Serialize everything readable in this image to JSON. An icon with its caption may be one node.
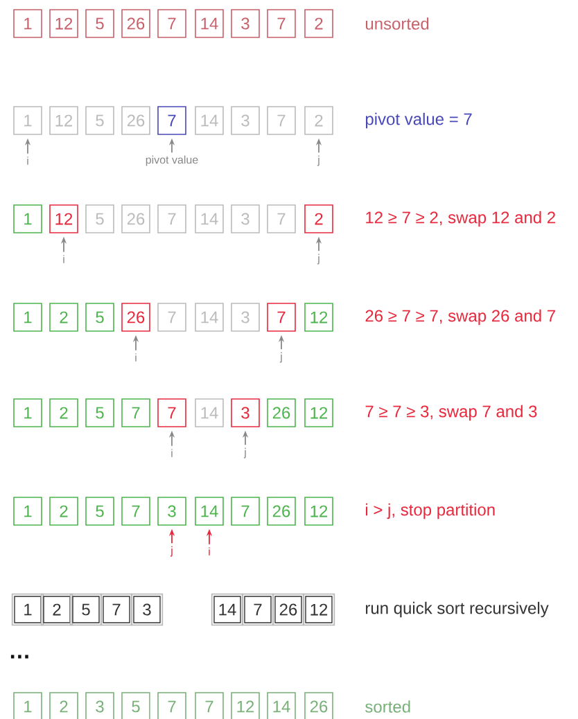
{
  "diagram": {
    "nodes": [
      {
        "text": [
          "1"
        ]
      },
      {
        "text": [
          "12"
        ]
      },
      {
        "text": [
          "5"
        ]
      },
      {
        "text": [
          "26"
        ]
      },
      {
        "text": [
          "7"
        ]
      },
      {
        "text": [
          "14"
        ]
      },
      {
        "text": [
          "3"
        ]
      },
      {
        "text": [
          "7"
        ]
      },
      {
        "text": [
          "2"
        ]
      },
      {
        "text": [
          "1"
        ]
      },
      {
        "text": [
          "12"
        ]
      },
      {
        "text": [
          "5"
        ]
      },
      {
        "text": [
          "26"
        ]
      },
      {
        "text": [
          "7"
        ]
      },
      {
        "text": [
          "14"
        ]
      },
      {
        "text": [
          "3"
        ]
      },
      {
        "text": [
          "7"
        ]
      },
      {
        "text": [
          "2"
        ]
      },
      {
        "text": [
          "1"
        ]
      },
      {
        "text": [
          "12"
        ]
      },
      {
        "text": [
          "5"
        ]
      },
      {
        "text": [
          "26"
        ]
      },
      {
        "text": [
          "7"
        ]
      },
      {
        "text": [
          "14"
        ]
      },
      {
        "text": [
          "3"
        ]
      },
      {
        "text": [
          "7"
        ]
      },
      {
        "text": [
          "2"
        ]
      },
      {
        "text": [
          "1"
        ]
      },
      {
        "text": [
          "2"
        ]
      },
      {
        "text": [
          "5"
        ]
      },
      {
        "text": [
          "26"
        ]
      },
      {
        "text": [
          "7"
        ]
      },
      {
        "text": [
          "14"
        ]
      },
      {
        "text": [
          "3"
        ]
      },
      {
        "text": [
          "7"
        ]
      },
      {
        "text": [
          "12"
        ]
      },
      {
        "text": [
          "1"
        ]
      },
      {
        "text": [
          "2"
        ]
      },
      {
        "text": [
          "5"
        ]
      },
      {
        "text": [
          "7"
        ]
      },
      {
        "text": [
          "7"
        ]
      },
      {
        "text": [
          "14"
        ]
      },
      {
        "text": [
          "3"
        ]
      },
      {
        "text": [
          "26"
        ]
      },
      {
        "text": [
          "12"
        ]
      },
      {
        "text": [
          "1"
        ]
      },
      {
        "text": [
          "2"
        ]
      },
      {
        "text": [
          "5"
        ]
      },
      {
        "text": [
          "7"
        ]
      },
      {
        "text": [
          "3"
        ]
      },
      {
        "text": [
          "14"
        ]
      },
      {
        "text": [
          "7"
        ]
      },
      {
        "text": [
          "26"
        ]
      },
      {
        "text": [
          "12"
        ]
      },
      {
        "text": [
          "1"
        ]
      },
      {
        "text": [
          "2"
        ]
      },
      {
        "text": [
          "5"
        ]
      },
      {
        "text": [
          "7"
        ]
      },
      {
        "text": [
          "3"
        ]
      },
      {
        "text": [
          "14"
        ]
      },
      {
        "text": [
          "7"
        ]
      },
      {
        "text": [
          "26"
        ]
      },
      {
        "text": [
          "12"
        ]
      },
      {
        "text": [
          "1"
        ]
      },
      {
        "text": [
          "2"
        ]
      },
      {
        "text": [
          "3"
        ]
      },
      {
        "text": [
          "5"
        ]
      },
      {
        "text": [
          "7"
        ]
      },
      {
        "text": [
          "7"
        ]
      },
      {
        "text": [
          "12"
        ]
      },
      {
        "text": [
          "14"
        ]
      },
      {
        "text": [
          "26"
        ]
      },
      {
        "text": [
          "i"
        ]
      },
      {
        "text": [
          "pivot value"
        ]
      },
      {
        "text": [
          "j"
        ]
      },
      {
        "text": [
          "i"
        ]
      },
      {
        "text": [
          "j"
        ]
      },
      {
        "text": [
          "i"
        ]
      },
      {
        "text": [
          "j"
        ]
      },
      {
        "text": [
          "i"
        ]
      },
      {
        "text": [
          "j"
        ]
      },
      {
        "text": [
          "j"
        ]
      },
      {
        "text": [
          "i"
        ]
      }
    ],
    "edges": [
      {
        "from": 72,
        "to": 9,
        "arrow": "to"
      },
      {
        "from": 73,
        "to": 13,
        "arrow": "to"
      },
      {
        "from": 74,
        "to": 17,
        "arrow": "to"
      },
      {
        "from": 75,
        "to": 19,
        "arrow": "to"
      },
      {
        "from": 76,
        "to": 26,
        "arrow": "to"
      },
      {
        "from": 77,
        "to": 30,
        "arrow": "to"
      },
      {
        "from": 78,
        "to": 34,
        "arrow": "to"
      },
      {
        "from": 79,
        "to": 40,
        "arrow": "to"
      },
      {
        "from": 80,
        "to": 42,
        "arrow": "to"
      },
      {
        "from": 81,
        "to": 49,
        "arrow": "to",
        "color": "#e8283c"
      },
      {
        "from": 82,
        "to": 50,
        "arrow": "to",
        "color": "#e8283c"
      }
    ],
    "labels": [
      "unsorted",
      "pivot value = 7",
      "12 ≥ 7 ≥ 2, swap 12 and 2",
      "26 ≥ 7 ≥ 7, swap 26 and 7",
      "7 ≥ 7 ≥ 3, swap 7 and 3",
      "i > j, stop partition",
      "run quick sort recursively",
      "…",
      "sorted"
    ]
  }
}
